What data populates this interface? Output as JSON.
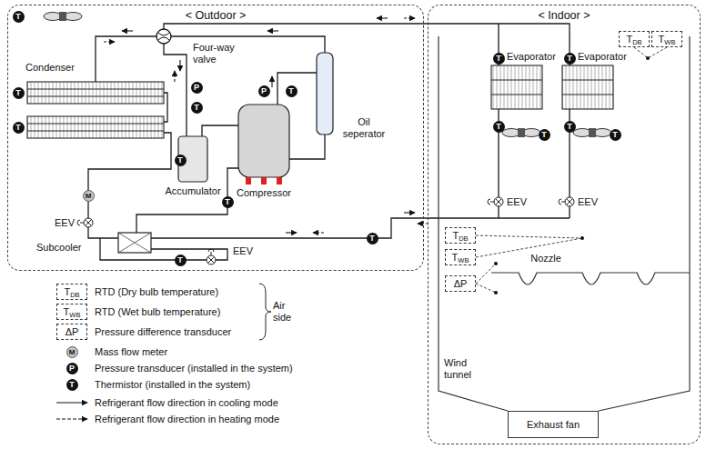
{
  "diagram": {
    "nodes": [
      {
        "text": [
          "< Outdoor >"
        ]
      },
      {
        "text": [
          "T"
        ],
        "in": 0
      },
      {
        "text": [
          "T"
        ],
        "in": 0
      },
      {
        "text": [
          "T"
        ],
        "in": 0
      },
      {
        "text": [
          "P"
        ],
        "in": 0
      },
      {
        "text": [
          "T"
        ],
        "in": 0
      },
      {
        "text": [
          "P"
        ],
        "in": 0
      },
      {
        "text": [
          "T"
        ],
        "in": 0
      },
      {
        "text": [
          "T"
        ],
        "in": 0
      },
      {
        "text": [
          "T"
        ],
        "in": 0
      },
      {
        "text": [
          "M"
        ],
        "in": 0
      },
      {
        "text": [
          "T"
        ],
        "in": 0
      },
      {
        "text": [
          "T"
        ],
        "in": 0
      },
      {
        "text": [
          "< Indoor >"
        ]
      },
      {
        "text": [
          "T",
          "DB"
        ],
        "in": 13
      },
      {
        "text": [
          "T",
          "WB"
        ],
        "in": 13
      },
      {
        "text": [
          "T"
        ],
        "in": 13
      },
      {
        "text": [
          "T"
        ],
        "in": 13
      },
      {
        "text": [
          "T"
        ],
        "in": 13
      },
      {
        "text": [
          "T"
        ],
        "in": 13
      },
      {
        "text": [
          "T"
        ],
        "in": 13
      },
      {
        "text": [
          "T"
        ],
        "in": 13
      },
      {
        "text": [
          "T",
          "DB"
        ],
        "in": 13
      },
      {
        "text": [
          "T",
          "WB"
        ],
        "in": 13
      },
      {
        "text": [
          "ΔP"
        ],
        "in": 13
      },
      {
        "text": [
          "Exhaust fan"
        ],
        "in": 13
      },
      {
        "text": [
          "T",
          "DB"
        ]
      },
      {
        "text": [
          "T",
          "WB"
        ]
      },
      {
        "text": [
          "ΔP"
        ]
      },
      {
        "text": [
          "M"
        ]
      },
      {
        "text": [
          "P"
        ]
      },
      {
        "text": [
          "T"
        ]
      }
    ],
    "labels": [
      "Four-way valve",
      "Condenser",
      "Oil seperator",
      "Accumulator",
      "Compressor",
      "EEV",
      "Subcooler",
      "EEV",
      "Evaporator",
      "Evaporator",
      "EEV",
      "EEV",
      "Nozzle",
      "Wind tunnel",
      "Air side"
    ],
    "legend": [
      {
        "text": "RTD (Dry bulb temperature)"
      },
      {
        "text": "RTD (Wet bulb temperature)"
      },
      {
        "text": "Pressure difference transducer"
      },
      {
        "text": "Mass flow meter"
      },
      {
        "text": "Pressure transducer (installed in the system)"
      },
      {
        "text": "Thermistor (installed in the system)"
      },
      {
        "text": "Refrigerant flow direction in cooling mode"
      },
      {
        "text": "Refrigerant flow direction in heating mode"
      }
    ]
  }
}
